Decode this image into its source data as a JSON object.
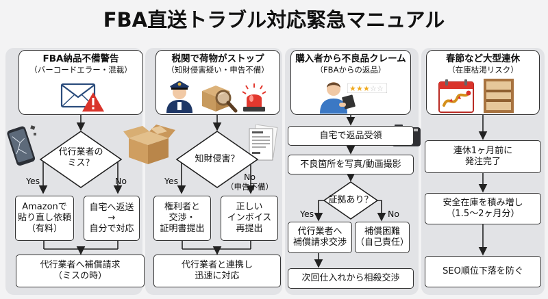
{
  "title": "FBA直送トラブル対応緊急マニュアル",
  "col1": {
    "header_l1": "FBA納品不備警告",
    "header_l2": "（バーコードエラー・混載）",
    "decision": "代行業者の\nミス？",
    "yes": "Yes",
    "no": "No",
    "yes_box": "Amazonで\n貼り直し依頼\n（有料）",
    "no_box": "自宅へ返送\n→\n自分で対応",
    "final": "代行業者へ補償請求\n（ミスの時）"
  },
  "col2": {
    "header_l1": "税関で荷物がストップ",
    "header_l2": "（知財侵害疑い・申告不備）",
    "decision": "知財侵害？",
    "yes": "Yes",
    "no": "No",
    "no_sub": "（申告不備）",
    "yes_box": "権利者と\n交渉・\n証明書提出",
    "no_box": "正しい\nインボイス\n再提出",
    "final": "代行業者と連携し\n迅速に対応"
  },
  "col3": {
    "header_l1": "購入者から不良品クレーム",
    "header_l2": "（FBAからの返品）",
    "step1": "自宅で返品受領",
    "step2": "不良箇所を写真/動画撮影",
    "decision": "証拠あり？",
    "yes": "Yes",
    "no": "No",
    "yes_box": "代行業者へ\n補償請求交渉",
    "no_box": "補償困難\n（自己責任）",
    "final": "次回仕入れから相殺交渉"
  },
  "col4": {
    "header_l1": "春節など大型連休",
    "header_l2": "（在庫枯渇リスク）",
    "step1": "連休1ヶ月前に\n発注完了",
    "step2": "安全在庫を積み増し\n（1.5〜2ヶ月分）",
    "final": "SEO順位下落を防ぐ"
  },
  "colors": {
    "accent_red": "#d9342b",
    "police_blue": "#1e3766",
    "box_brown": "#c79a5e",
    "panel_gray": "#e2e3e6"
  },
  "icons": [
    "envelope-icon",
    "warning-icon",
    "broken-phone-icon",
    "police-officer-icon",
    "package-magnifier-icon",
    "siren-icon",
    "cardboard-boxes-icon",
    "invoice-icon",
    "customer-icon",
    "star-rating-icon",
    "camera-icon",
    "calendar-dragon-icon",
    "empty-shelf-icon"
  ]
}
